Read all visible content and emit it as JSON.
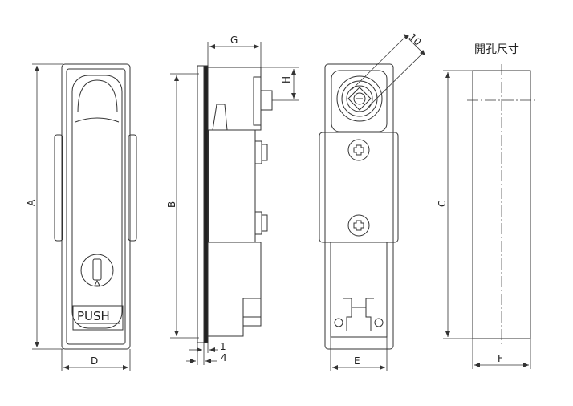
{
  "labels": {
    "A": "A",
    "B": "B",
    "C": "C",
    "D": "D",
    "E": "E",
    "F": "F",
    "G": "G",
    "H": "H",
    "one": "1",
    "four": "4",
    "ten": "10",
    "push": "PUSH",
    "cutout_title": "開孔尺寸"
  }
}
